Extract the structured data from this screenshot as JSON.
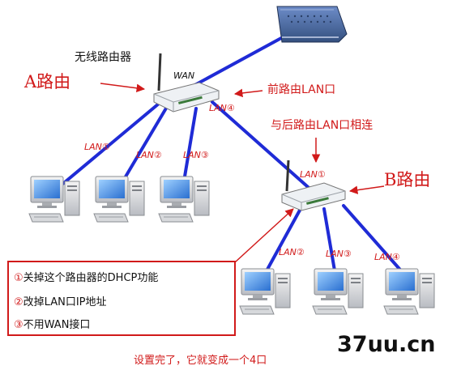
{
  "labels": {
    "wireless_router": "无线路由器",
    "wan": "WAN",
    "router_a": "A路由",
    "router_b": "B路由",
    "front_lan": "前路由LAN口",
    "connect_lan": "与后路由LAN口相连",
    "a_lan1": "LAN①",
    "a_lan2": "LAN②",
    "a_lan3": "LAN③",
    "a_lan4": "LAN④",
    "b_lan1": "LAN①",
    "b_lan2": "LAN②",
    "b_lan3": "LAN③",
    "b_lan4": "LAN④"
  },
  "notes": [
    {
      "num": "①",
      "text": "关掉这个路由器的DHCP功能"
    },
    {
      "num": "②",
      "text": "改掉LAN口IP地址"
    },
    {
      "num": "③",
      "text": "不用WAN接口"
    }
  ],
  "footer": "设置完了，它就变成一个4口",
  "watermark": "37uu.cn",
  "colors": {
    "cable": "#1f2bd6",
    "annotation": "#d11a1a",
    "modem": "#4a6aa6",
    "router_body": "#eef1f4"
  }
}
